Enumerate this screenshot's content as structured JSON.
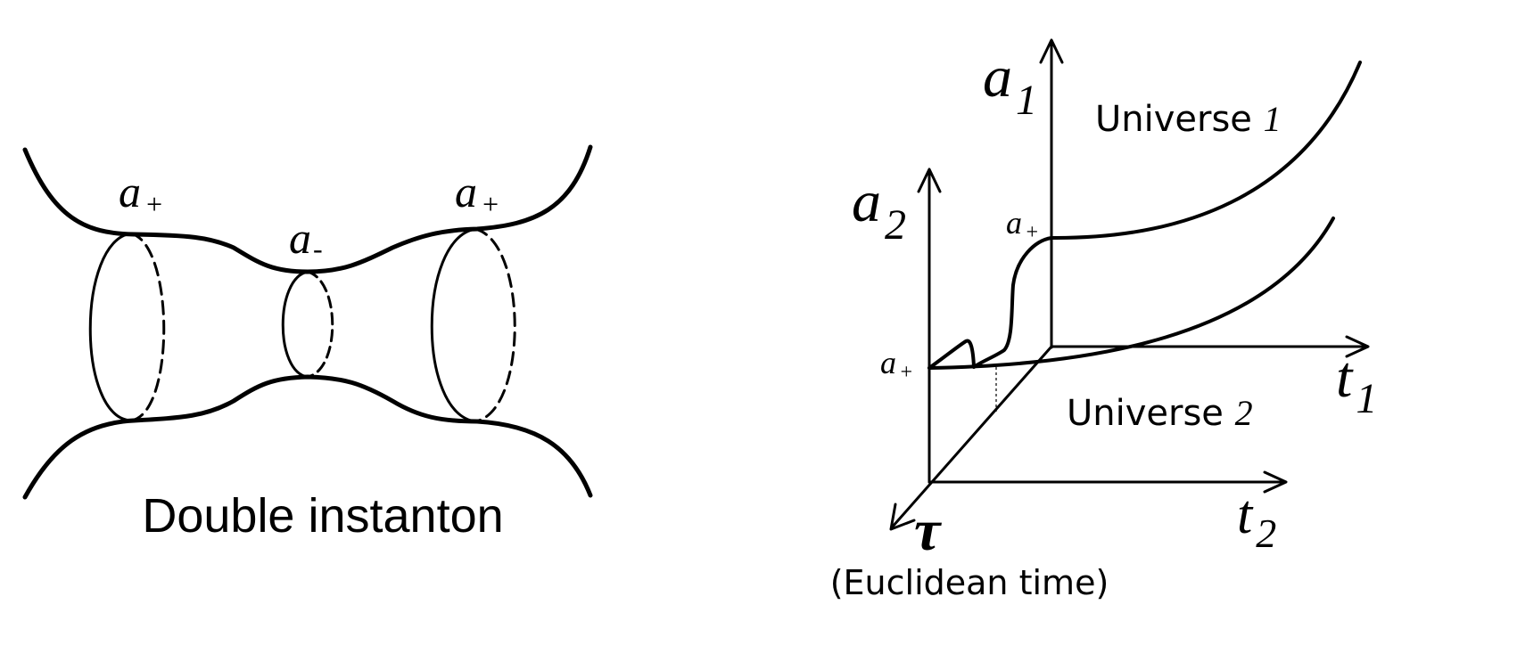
{
  "left_diagram": {
    "caption": "Double instanton",
    "label_left_base": "a",
    "label_left_sub": "+",
    "label_mid_base": "a",
    "label_mid_sub": "-",
    "label_right_base": "a",
    "label_right_sub": "+"
  },
  "right_diagram": {
    "axis_a1_base": "a",
    "axis_a1_sub": "1",
    "axis_a2_base": "a",
    "axis_a2_sub": "2",
    "axis_t1_base": "t",
    "axis_t1_sub": "1",
    "axis_t2_base": "t",
    "axis_t2_sub": "2",
    "axis_tau": "τ",
    "tau_note": "(Euclidean time)",
    "universe1_text": "Universe ",
    "universe1_num": "1",
    "universe2_text": "Universe ",
    "universe2_num": "2",
    "label_aplus_upper_base": "a",
    "label_aplus_upper_sub": "+",
    "label_aplus_lower_base": "a",
    "label_aplus_lower_sub": "+"
  }
}
